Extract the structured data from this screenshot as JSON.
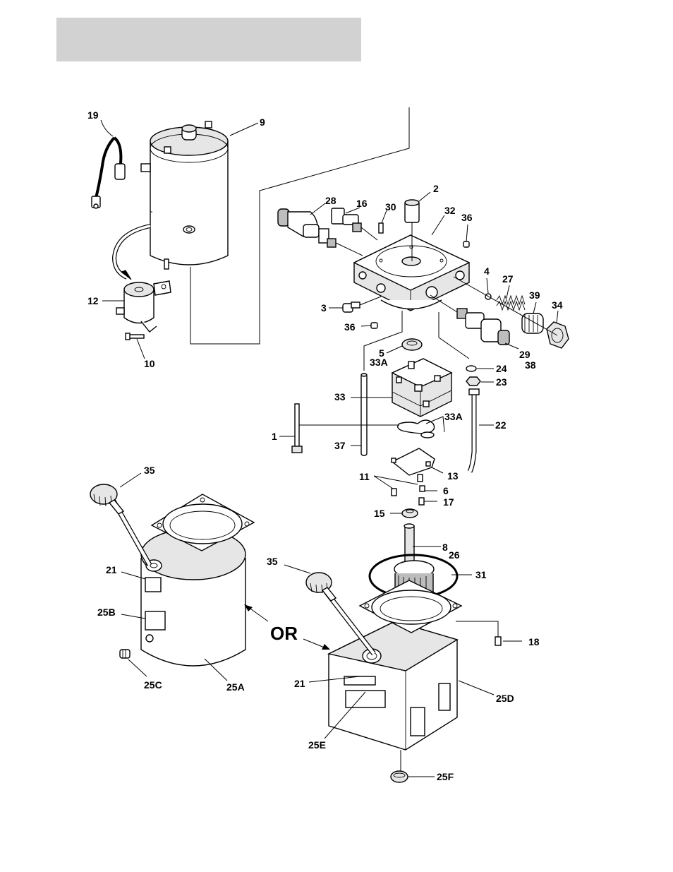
{
  "header": {
    "color": "#d2d2d2"
  },
  "diagram": {
    "or_text": "OR",
    "callouts": [
      {
        "id": "19",
        "text": "19"
      },
      {
        "id": "9",
        "text": "9"
      },
      {
        "id": "28",
        "text": "28"
      },
      {
        "id": "16",
        "text": "16"
      },
      {
        "id": "30",
        "text": "30"
      },
      {
        "id": "2",
        "text": "2"
      },
      {
        "id": "32",
        "text": "32"
      },
      {
        "id": "36a",
        "text": "36"
      },
      {
        "id": "4",
        "text": "4"
      },
      {
        "id": "27",
        "text": "27"
      },
      {
        "id": "39",
        "text": "39"
      },
      {
        "id": "34",
        "text": "34"
      },
      {
        "id": "12",
        "text": "12"
      },
      {
        "id": "3",
        "text": "3"
      },
      {
        "id": "36b",
        "text": "36"
      },
      {
        "id": "29",
        "text": "29"
      },
      {
        "id": "38",
        "text": "38"
      },
      {
        "id": "10",
        "text": "10"
      },
      {
        "id": "5",
        "text": "5"
      },
      {
        "id": "33A-top",
        "text": "33A"
      },
      {
        "id": "24",
        "text": "24"
      },
      {
        "id": "23",
        "text": "23"
      },
      {
        "id": "33",
        "text": "33"
      },
      {
        "id": "33A-side",
        "text": "33A"
      },
      {
        "id": "22",
        "text": "22"
      },
      {
        "id": "1",
        "text": "1"
      },
      {
        "id": "37",
        "text": "37"
      },
      {
        "id": "13",
        "text": "13"
      },
      {
        "id": "11",
        "text": "11"
      },
      {
        "id": "6",
        "text": "6"
      },
      {
        "id": "17",
        "text": "17"
      },
      {
        "id": "15",
        "text": "15"
      },
      {
        "id": "35a",
        "text": "35"
      },
      {
        "id": "8",
        "text": "8"
      },
      {
        "id": "26",
        "text": "26"
      },
      {
        "id": "35b",
        "text": "35"
      },
      {
        "id": "31",
        "text": "31"
      },
      {
        "id": "21a",
        "text": "21"
      },
      {
        "id": "25B",
        "text": "25B"
      },
      {
        "id": "18",
        "text": "18"
      },
      {
        "id": "25C",
        "text": "25C"
      },
      {
        "id": "25A",
        "text": "25A"
      },
      {
        "id": "21b",
        "text": "21"
      },
      {
        "id": "25D",
        "text": "25D"
      },
      {
        "id": "25E",
        "text": "25E"
      },
      {
        "id": "25F",
        "text": "25F"
      }
    ]
  }
}
